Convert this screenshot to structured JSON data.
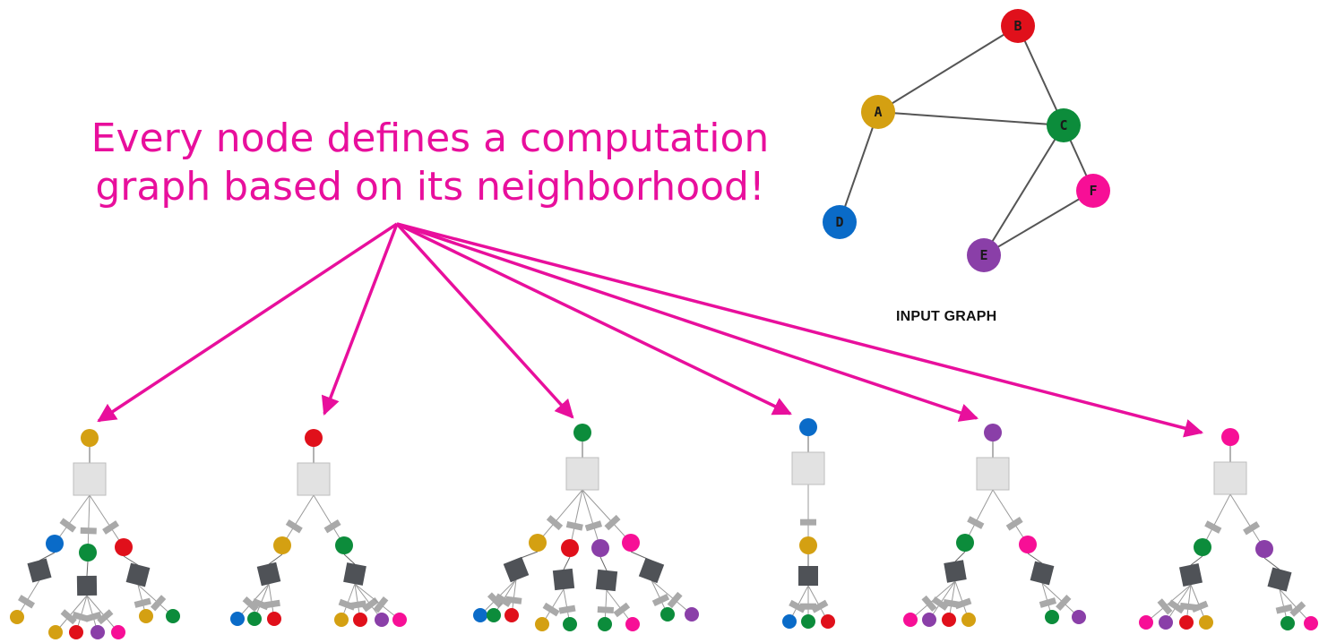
{
  "headline": {
    "line1": "Every node defines a computation",
    "line2": "graph based on its neighborhood!"
  },
  "input_graph": {
    "caption": "INPUT GRAPH",
    "nodes": [
      {
        "id": "A",
        "label": "A",
        "color": "#d4a012"
      },
      {
        "id": "B",
        "label": "B",
        "color": "#e0101b"
      },
      {
        "id": "C",
        "label": "C",
        "color": "#0c8c3b"
      },
      {
        "id": "D",
        "label": "D",
        "color": "#0a6bc8"
      },
      {
        "id": "E",
        "label": "E",
        "color": "#8a3fa8"
      },
      {
        "id": "F",
        "label": "F",
        "color": "#f70f96"
      }
    ],
    "edges": [
      [
        "A",
        "B"
      ],
      [
        "A",
        "C"
      ],
      [
        "B",
        "C"
      ],
      [
        "A",
        "D"
      ],
      [
        "C",
        "F"
      ],
      [
        "C",
        "E"
      ],
      [
        "E",
        "F"
      ]
    ]
  },
  "computation_graphs": [
    {
      "root": "A",
      "children": [
        {
          "node": "D",
          "children": [
            "A"
          ]
        },
        {
          "node": "C",
          "children": [
            "A",
            "B",
            "E",
            "F"
          ]
        },
        {
          "node": "B",
          "children": [
            "A",
            "C"
          ]
        }
      ]
    },
    {
      "root": "B",
      "children": [
        {
          "node": "A",
          "children": [
            "D",
            "C",
            "B"
          ]
        },
        {
          "node": "C",
          "children": [
            "A",
            "B",
            "E",
            "F"
          ]
        }
      ]
    },
    {
      "root": "C",
      "children": [
        {
          "node": "A",
          "children": [
            "D",
            "C",
            "B"
          ]
        },
        {
          "node": "B",
          "children": [
            "A",
            "C"
          ]
        },
        {
          "node": "E",
          "children": [
            "C",
            "F"
          ]
        },
        {
          "node": "F",
          "children": [
            "C",
            "E"
          ]
        }
      ]
    },
    {
      "root": "D",
      "children": [
        {
          "node": "A",
          "children": [
            "D",
            "C",
            "B"
          ]
        }
      ]
    },
    {
      "root": "E",
      "children": [
        {
          "node": "C",
          "children": [
            "F",
            "E",
            "B",
            "A"
          ]
        },
        {
          "node": "F",
          "children": [
            "C",
            "E"
          ]
        }
      ]
    },
    {
      "root": "F",
      "children": [
        {
          "node": "C",
          "children": [
            "F",
            "E",
            "B",
            "A"
          ]
        },
        {
          "node": "E",
          "children": [
            "C",
            "F"
          ]
        }
      ]
    }
  ],
  "colors": {
    "accent": "#e80f9c",
    "aggregator_box": "#e2e2e2",
    "inner_box": "#4f5257",
    "edge_tag": "#a9a9a9",
    "edge": "#5a5a5a"
  }
}
